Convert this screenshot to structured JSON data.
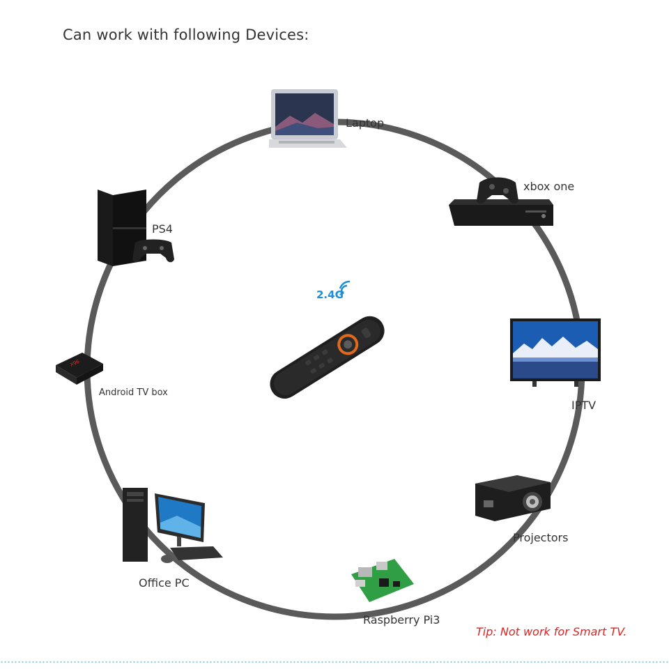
{
  "heading": "Can work with following Devices:",
  "center": {
    "signal_label": "2.4G",
    "signal_color": "#1a8fe0"
  },
  "devices": [
    {
      "id": "laptop",
      "label": "Laptop"
    },
    {
      "id": "xbox",
      "label": "xbox one"
    },
    {
      "id": "iptv",
      "label": "IPTV"
    },
    {
      "id": "projectors",
      "label": "Projectors"
    },
    {
      "id": "raspberry",
      "label": "Raspberry Pi3"
    },
    {
      "id": "office-pc",
      "label": "Office PC"
    },
    {
      "id": "android-box",
      "label": "Android TV box"
    },
    {
      "id": "ps4",
      "label": "PS4"
    }
  ],
  "tip": {
    "text": "Tip: Not work for Smart TV.",
    "color": "#e22222"
  },
  "colors": {
    "ring": "#5a5a5a",
    "text": "#333333",
    "footer_dots": "#8fcfe0"
  }
}
